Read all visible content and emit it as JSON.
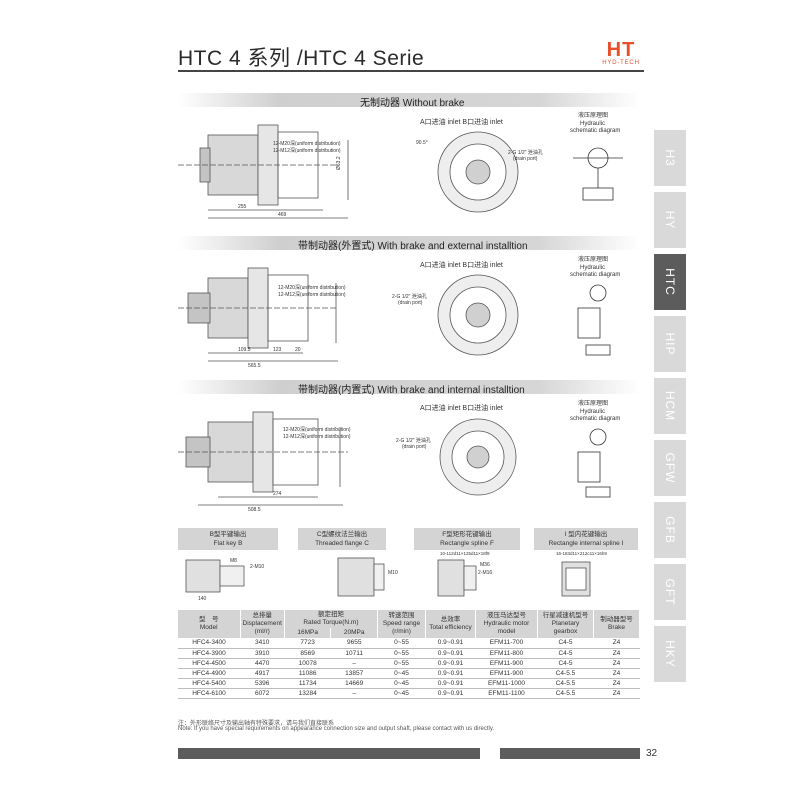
{
  "header": {
    "title": "HTC 4 系列 /HTC 4 Serie",
    "logo_mark": "HT",
    "logo_sub": "HYD-TECH"
  },
  "sections": [
    {
      "title": "无制动器 Without brake",
      "ports": "A口进油 inlet  B口进油 inlet",
      "hydraulic": [
        "液压原理图",
        "Hydraulic",
        "schematic diagram"
      ],
      "labels": [
        "12-M20深(uniform distribution)",
        "12-M12深(uniform distribution)",
        "255",
        "469",
        "Ø63.2",
        "90.5°",
        "2-G 1/2\" 泄油孔",
        "(drain port)"
      ]
    },
    {
      "title": "带制动器(外置式) With brake and external installtion",
      "ports": "A口进油 inlet  B口进油 inlet",
      "hydraulic": [
        "液压原理图",
        "Hydraulic",
        "schematic diagram"
      ],
      "labels": [
        "12-M20深(uniform distribution)",
        "12-M12深(uniform distribution)",
        "2-G 1/2\" 泄油孔",
        "(drain port)",
        "565.5",
        "109.5",
        "123",
        "20"
      ]
    },
    {
      "title": "带制动器(内置式) With brake and internal installtion",
      "ports": "A口进油 inlet  B口进油 inlet",
      "hydraulic": [
        "液压原理图",
        "Hydraulic",
        "schematic diagram"
      ],
      "labels": [
        "12-M20深(uniform distribution)",
        "12-M12深(uniform distribution)",
        "2-G 1/2\" 泄油孔",
        "(drain port)",
        "508.5",
        "274"
      ]
    }
  ],
  "outputs": [
    {
      "cn": "B型平键输出",
      "en": "Flat key B"
    },
    {
      "cn": "C型螺纹法兰输出",
      "en": "Threaded flange C"
    },
    {
      "cn": "F型矩形花键输出",
      "en": "Rectangle spline F"
    },
    {
      "cn": "I 型内花键输出",
      "en": "Rectangle internal spline I"
    }
  ],
  "output_labels": [
    "M8",
    "2-M10",
    "M10",
    "140",
    "10-112d11×125d11×18f9",
    "M36",
    "2-M16",
    "16-183d11×212c11×16h9"
  ],
  "table": {
    "headers": [
      {
        "cn": "型　号",
        "en": "Model"
      },
      {
        "cn": "总排量",
        "en": "Displacement (ml/r)"
      },
      {
        "cn": "额定扭矩",
        "en": "Rated Torque(N.m)"
      },
      {
        "cn": "转速范围",
        "en": "Speed range (r/min)"
      },
      {
        "cn": "总效率",
        "en": "Total efficiency"
      },
      {
        "cn": "液压马达型号",
        "en": "Hydraulic motor model"
      },
      {
        "cn": "行星减速机型号",
        "en": "Planetary gearbox"
      },
      {
        "cn": "制动器型号",
        "en": "Brake"
      }
    ],
    "subheaders": [
      "16MPa",
      "20MPa"
    ],
    "rows": [
      [
        "HFC4-3400",
        "3410",
        "7723",
        "9655",
        "0~55",
        "0.9~0.91",
        "EFM11-700",
        "C4-5",
        "Z4"
      ],
      [
        "HFC4-3900",
        "3910",
        "8569",
        "10711",
        "0~55",
        "0.9~0.91",
        "EFM11-800",
        "C4-5",
        "Z4"
      ],
      [
        "HFC4-4500",
        "4470",
        "10078",
        "–",
        "0~55",
        "0.9~0.91",
        "EFM11-900",
        "C4-5",
        "Z4"
      ],
      [
        "HFC4-4900",
        "4917",
        "11086",
        "13857",
        "0~45",
        "0.9~0.91",
        "EFM11-900",
        "C4-5.5",
        "Z4"
      ],
      [
        "HFC4-5400",
        "5396",
        "11734",
        "14669",
        "0~45",
        "0.9~0.91",
        "EFM11-1000",
        "C4-5.5",
        "Z4"
      ],
      [
        "HFC4-6100",
        "6072",
        "13284",
        "–",
        "0~45",
        "0.9~0.91",
        "EFM11-1100",
        "C4-5.5",
        "Z4"
      ]
    ]
  },
  "notes": [
    "注：外形联络尺寸及输出轴有特殊要求，请与我们直接联系",
    "Note: If you have special requirements on appearance connection size and output shaft, please contact with us directly."
  ],
  "tabs": [
    "H3",
    "HY",
    "HTC",
    "HIP",
    "HCM",
    "GFW",
    "GFB",
    "GFT",
    "HKY"
  ],
  "active_tab": "HTC",
  "page_number": "32",
  "colors": {
    "accent": "#e8502a",
    "tab_active": "#5c5c5c",
    "tab_inactive": "#d9d9d9",
    "header_gray": "#d4d4d4"
  }
}
